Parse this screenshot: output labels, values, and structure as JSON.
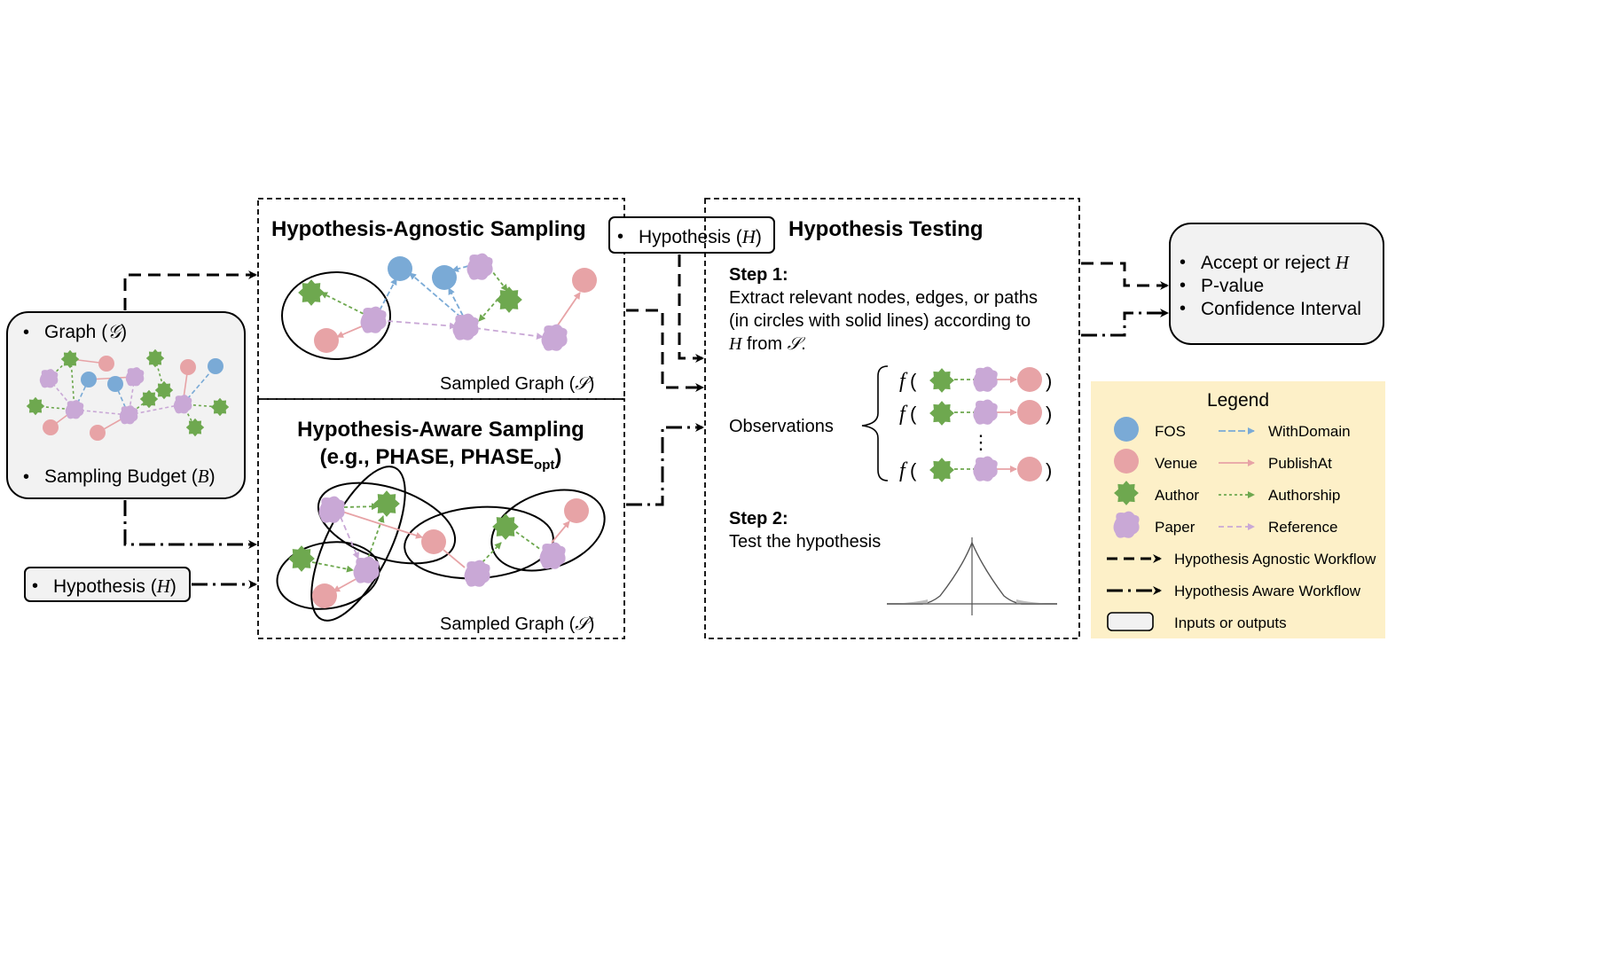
{
  "colors": {
    "fos": "#7aaad6",
    "venue": "#e7a3a6",
    "author": "#6ea84f",
    "paper": "#c9a8d6",
    "legend_bg": "#fdf0c8",
    "box_bg": "#f2f2f2"
  },
  "input_box": {
    "graph_label": "Graph (",
    "graph_symbol": "𝒢",
    "budget_label": "Sampling Budget (",
    "budget_symbol": "B",
    "close_paren": ")"
  },
  "hypothesis_input": {
    "label": "Hypothesis (",
    "symbol": "H",
    "close": ")"
  },
  "agnostic": {
    "title": "Hypothesis-Agnostic Sampling",
    "caption": "Sampled Graph (",
    "caption_symbol": "𝒮",
    "caption_close": ")"
  },
  "aware": {
    "title_line1": "Hypothesis-Aware Sampling",
    "title_line2_prefix": "(e.g., PHASE, PHASE",
    "title_line2_sub": "opt",
    "title_line2_suffix": ")",
    "caption": "Sampled Graph (",
    "caption_symbol": "𝒮",
    "caption_close": ")"
  },
  "hypothesis_top": {
    "label": "Hypothesis (",
    "symbol": "H",
    "close": ")"
  },
  "testing": {
    "title": "Hypothesis Testing",
    "step1_title": "Step 1:",
    "step1_line1": "Extract relevant nodes, edges, or paths",
    "step1_line2": "(in circles with solid lines) according to",
    "step1_line3_symbol": "H",
    "step1_line3_mid": " from ",
    "step1_line3_symbol2": "𝒮",
    "step1_line3_end": ".",
    "observations_label": "Observations",
    "f_symbol": "f",
    "open_paren": "(",
    "close_paren": ")",
    "vdots": "⋮",
    "step2_title": "Step 2:",
    "step2_text": "Test the hypothesis"
  },
  "output_box": {
    "line1_prefix": "Accept or reject ",
    "line1_symbol": "H",
    "line2": "P-value",
    "line3": "Confidence Interval"
  },
  "legend": {
    "title": "Legend",
    "node_items": [
      "FOS",
      "Venue",
      "Author",
      "Paper"
    ],
    "edge_items": [
      "WithDomain",
      "PublishAt",
      "Authorship",
      "Reference"
    ],
    "workflow_items": [
      "Hypothesis Agnostic Workflow",
      "Hypothesis Aware Workflow",
      "Inputs or outputs"
    ]
  },
  "icons": [
    "author-node-icon",
    "paper-node-icon",
    "venue-node-icon",
    "fos-node-icon",
    "bell-curve-icon"
  ]
}
